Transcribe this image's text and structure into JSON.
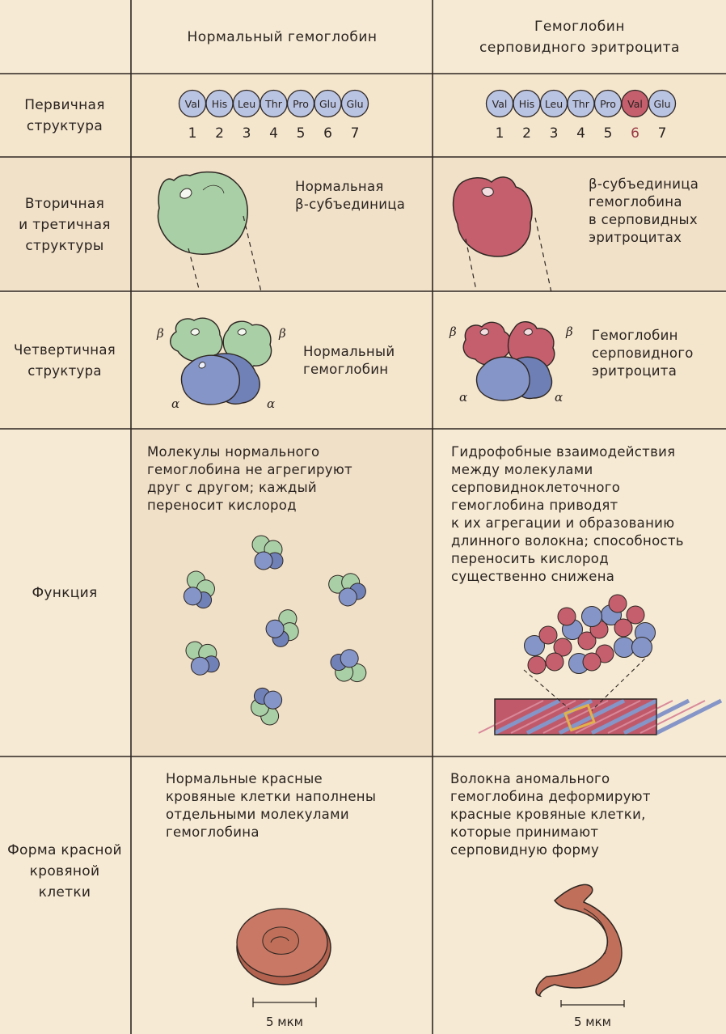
{
  "headers": {
    "normal": "Нормальный гемоглобин",
    "sickle": "Гемоглобин\nсерповидного эритроцита"
  },
  "rows": {
    "primary": "Первичная\nструктура",
    "secondary_tertiary": "Вторичная\nи третичная\nструктуры",
    "quaternary": "Четвертичная\nструктура",
    "function": "Функция",
    "cell_shape": "Форма красной\nкровяной\nклетки"
  },
  "primary": {
    "normal_residues": [
      "Val",
      "His",
      "Leu",
      "Thr",
      "Pro",
      "Glu",
      "Glu"
    ],
    "sickle_residues": [
      "Val",
      "His",
      "Leu",
      "Thr",
      "Pro",
      "Val",
      "Glu"
    ],
    "positions": [
      "1",
      "2",
      "3",
      "4",
      "5",
      "6",
      "7"
    ],
    "mutation_index": 6
  },
  "secondary": {
    "normal_label": "Нормальная\nβ-субъединица",
    "sickle_label": "β-субъединица\nгемоглобина\nв серповидных\nэритроцитах"
  },
  "quaternary": {
    "normal_label": "Нормальный\nгемоглобин",
    "sickle_label": "Гемоглобин\nсерповидного\nэритроцита",
    "beta": "β",
    "alpha": "α"
  },
  "function": {
    "normal_text": "Молекулы нормального\nгемоглобина не агрегируют\nдруг с другом; каждый\nпереносит кислород",
    "sickle_text": "Гидрофобные взаимодействия\nмежду молекулами\nсерповидноклеточного\nгемоглобина приводят\nк их агрегации и образованию\nдлинного волокна; способность\nпереносить кислород\nсущественно снижена"
  },
  "cell_shape": {
    "normal_text": "Нормальные красные\nкровяные клетки наполнены\nотдельными молекулами\nгемоглобина",
    "sickle_text": "Волокна аномального\nгемоглобина деформируют\nкрасные кровяные клетки,\nкоторые принимают\nсерповидную форму",
    "scale_label": "5 мкм"
  },
  "colors": {
    "background": "#f6ead4",
    "row_tint": "#f3e3cc",
    "normal_green": "#a9cfa6",
    "alpha_blue": "#8595c7",
    "sickle_red": "#c55f6e",
    "residue_blue": "#b9c3e2",
    "cell_brown": "#c0705a",
    "fiber_gold": "#e2b24a"
  }
}
